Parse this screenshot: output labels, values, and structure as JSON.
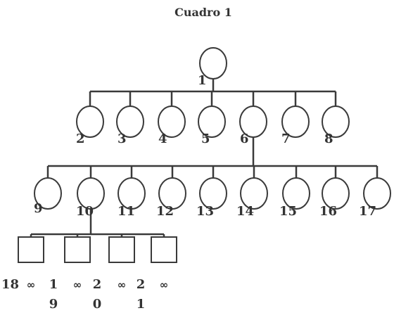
{
  "title": "Cuadro 1",
  "levels": [
    {
      "nodes": [
        {
          "label": "1",
          "shape": "circle"
        }
      ]
    },
    {
      "nodes": [
        {
          "label": "2",
          "shape": "circle"
        },
        {
          "label": "3",
          "shape": "circle"
        },
        {
          "label": "4",
          "shape": "circle"
        },
        {
          "label": "5",
          "shape": "circle"
        },
        {
          "label": "6",
          "shape": "circle"
        },
        {
          "label": "7",
          "shape": "circle"
        },
        {
          "label": "8",
          "shape": "circle"
        }
      ]
    },
    {
      "nodes": [
        {
          "label": "9",
          "shape": "circle"
        },
        {
          "label": "10",
          "shape": "circle"
        },
        {
          "label": "11",
          "shape": "circle"
        },
        {
          "label": "12",
          "shape": "circle"
        },
        {
          "label": "13",
          "shape": "circle"
        },
        {
          "label": "14",
          "shape": "circle"
        },
        {
          "label": "15",
          "shape": "circle"
        },
        {
          "label": "16",
          "shape": "circle"
        },
        {
          "label": "17",
          "shape": "circle"
        }
      ]
    },
    {
      "nodes": [
        {
          "label": "18",
          "shape": "square",
          "mark": "∞"
        },
        {
          "label": "19",
          "shape": "square",
          "mark": "∞"
        },
        {
          "label": "20",
          "shape": "square",
          "mark": "∞"
        },
        {
          "label": "21",
          "shape": "square",
          "mark": "∞"
        }
      ]
    }
  ],
  "edges": [
    {
      "parent": "1",
      "children": [
        "2",
        "3",
        "4",
        "5",
        "6",
        "7",
        "8"
      ]
    },
    {
      "parent": "6",
      "children": [
        "9",
        "10",
        "11",
        "12",
        "13",
        "14",
        "15",
        "16",
        "17"
      ]
    },
    {
      "parent": "10",
      "children": [
        "18",
        "19",
        "20",
        "21"
      ]
    }
  ]
}
